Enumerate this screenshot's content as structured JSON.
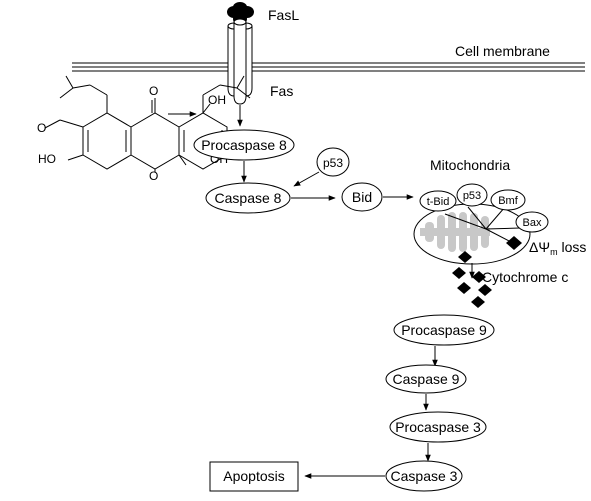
{
  "labels": {
    "fasl": "FasL",
    "fas": "Fas",
    "cell_membrane": "Cell membrane",
    "mitochondria": "Mitochondria",
    "delta_psi": "ΔΨ",
    "delta_psi_sub": "m",
    "loss": " loss",
    "cytochrome_c": "Cytochrome c"
  },
  "nodes": {
    "procaspase8": "Procaspase 8",
    "caspase8": "Caspase 8",
    "p53_left": "p53",
    "bid": "Bid",
    "tbid": "t-Bid",
    "p53_mito": "p53",
    "bmf": "Bmf",
    "bax": "Bax",
    "procaspase9": "Procaspase 9",
    "caspase9": "Caspase 9",
    "procaspase3": "Procaspase 3",
    "caspase3": "Caspase 3",
    "apoptosis": "Apoptosis"
  },
  "molecule": {
    "oh_left": "HO",
    "oh_bottom_right": "OH",
    "oh_top": "OH",
    "oxygen_carbonyl": "O",
    "oxygen_ring": "O"
  }
}
